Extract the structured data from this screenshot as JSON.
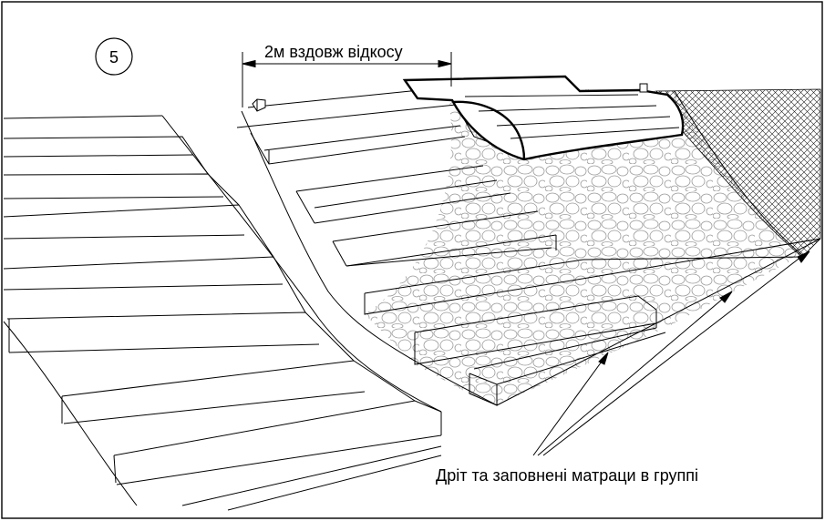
{
  "figure": {
    "step_number": "5",
    "dimension_label": "2м вздовж відкосу",
    "callout_label": "Дріт та заповнені матраци в группі"
  },
  "colors": {
    "line": "#000000",
    "background": "#ffffff",
    "stone": "#b5b5b5",
    "mesh": "#222222"
  }
}
